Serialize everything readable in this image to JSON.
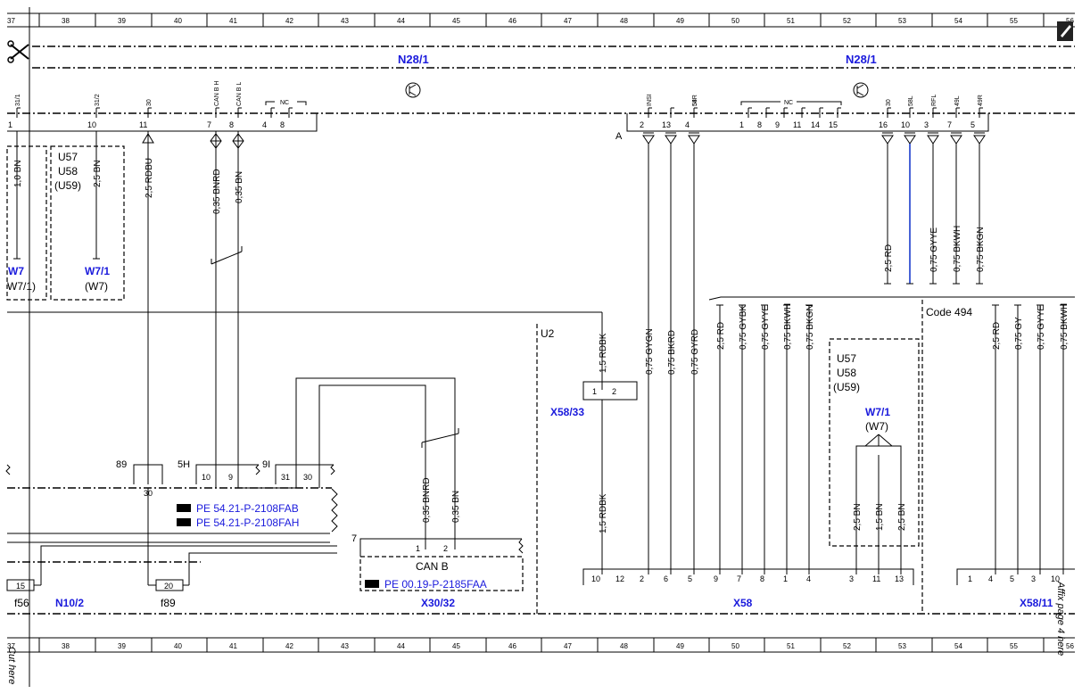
{
  "grid": {
    "columns": [
      "37",
      "38",
      "39",
      "40",
      "41",
      "42",
      "43",
      "44",
      "45",
      "46",
      "47",
      "48",
      "49",
      "50",
      "51",
      "52",
      "53",
      "54",
      "55",
      "56"
    ]
  },
  "labels": {
    "cut_here": "Cut here",
    "affix": "Affix page 4 here",
    "n28_left": "N28/1",
    "n28_right": "N28/1",
    "pin_a": "A",
    "nc": "NC",
    "u57": "U57",
    "u58": "U58",
    "u59": "(U59)",
    "u57b": "U57",
    "u58b": "U58",
    "u59b": "(U59)",
    "w7_left": "W7",
    "w7_1_left": "W7/1)",
    "w7_1_mid": "W7/1",
    "w7_mid": "(W7)",
    "w7_1_right": "W7/1",
    "w7_right": "(W7)",
    "u2": "U2",
    "code494": "Code 494",
    "x58_33": "X58/33",
    "x58": "X58",
    "x58_11": "X58/11",
    "x30_32": "X30/32",
    "n10_2": "N10/2",
    "f56": "f56",
    "f89": "f89",
    "fuse15": "15",
    "fuse20": "20",
    "can_b": "CAN B",
    "ref1": "PE 54.21-P-2108FAB",
    "ref2": "PE 54.21-P-2108FAH",
    "ref3": "PE 00.19-P-2185FAA",
    "n89": "89",
    "n5h": "5H",
    "n9i": "9I",
    "n7": "7"
  },
  "top_pins": {
    "left": [
      {
        "sig": "31/1",
        "num": "1"
      },
      {
        "sig": "31/2",
        "num": "10"
      },
      {
        "sig": "30",
        "num": "11"
      },
      {
        "sig": "CAN B H",
        "num": "7"
      },
      {
        "sig": "CAN B L",
        "num": "8"
      },
      {
        "sig": "",
        "num": "4"
      },
      {
        "sig": "",
        "num": "8"
      }
    ],
    "right": [
      {
        "sig": "INSI",
        "num": "2"
      },
      {
        "sig": "",
        "num": "13"
      },
      {
        "sig": "54",
        "num": "4"
      },
      {
        "sig": "58R",
        "num": ""
      },
      {
        "sig": "",
        "num": "1"
      },
      {
        "sig": "",
        "num": "8"
      },
      {
        "sig": "",
        "num": "9"
      },
      {
        "sig": "",
        "num": "11"
      },
      {
        "sig": "",
        "num": "14"
      },
      {
        "sig": "",
        "num": "15"
      },
      {
        "sig": "30",
        "num": "16"
      },
      {
        "sig": "58L",
        "num": "10"
      },
      {
        "sig": "RFL",
        "num": "3"
      },
      {
        "sig": "49L",
        "num": "7"
      },
      {
        "sig": "49R",
        "num": "5"
      }
    ]
  },
  "wires": {
    "w1": "1,0 BN",
    "w2": "2,5 BN",
    "w3": "2,5 RDBU",
    "w4": "0,35 BNRD",
    "w5": "0,35 BN",
    "w6": "0,75 GYGN",
    "w7": "0,75 BKRD",
    "w8": "0,75 GYRD",
    "w9": "2,5 RD",
    "w10": "0,75 GYYE",
    "w11": "0,75 BKWH",
    "w12": "0,75 BKGN",
    "w13": "1,5 RDBK",
    "w14": "1,5 RDBK",
    "w15": "0,35 BNRD",
    "w16": "0,35 BN",
    "w17": "2,5 RD",
    "w18": "0,75 GYBK",
    "w19": "0,75 GYYE",
    "w20": "0,75 BKWH",
    "w21": "0,75 BKGN",
    "w22": "2,5 BN",
    "w23": "1,5 BN",
    "w24": "2,5 BN",
    "w25": "2,5 RD",
    "w26": "0,75 GY",
    "w27": "0,75 GYYE",
    "w28": "0,75 BKWH"
  },
  "bottom_pins": {
    "x58": [
      "10",
      "12",
      "2",
      "6",
      "5",
      "9",
      "7",
      "8",
      "1",
      "4",
      "3",
      "11",
      "13"
    ],
    "x58_11": [
      "1",
      "4",
      "5",
      "3",
      "10"
    ],
    "x58_33": [
      "1",
      "2"
    ],
    "x30_32": [
      "1",
      "2"
    ],
    "n10_2": [
      "10",
      "9",
      "31",
      "30",
      "30"
    ]
  },
  "colors": {
    "accent": "#1a1adc",
    "highlight_wire": "#1a3ccc"
  }
}
